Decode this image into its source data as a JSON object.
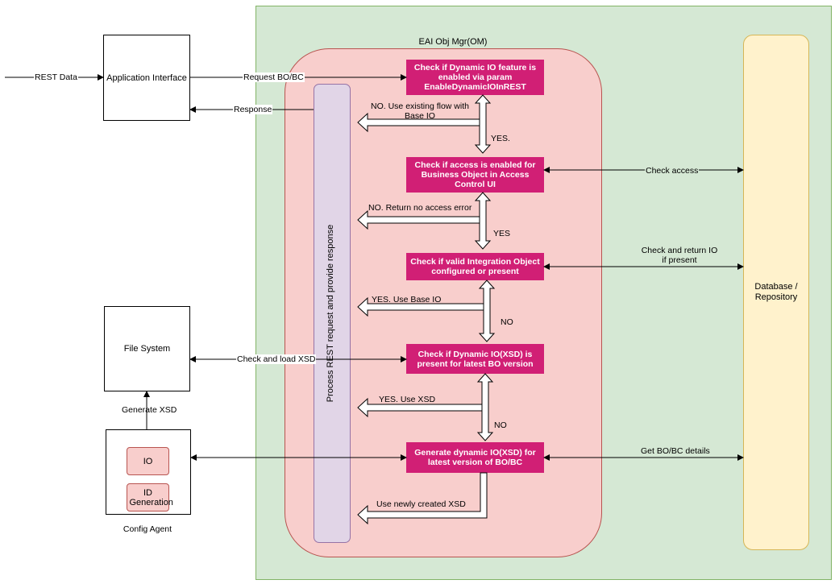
{
  "containers": {
    "eai_obj_mgr": "EAI Obj Mgr(OM)",
    "database": "Database / Repository",
    "process": "Process REST request and provide response"
  },
  "boxes": {
    "application_interface": "Application Interface",
    "file_system": "File System",
    "config_agent": "Config Agent",
    "io": "IO",
    "id_generation": "ID Generation"
  },
  "steps": [
    "Check if  Dynamic IO feature is enabled via param  EnableDynamicIOInREST",
    "Check if access is enabled for Business Object in Access Control UI",
    "Check if valid Integration Object configured or present",
    "Check if Dynamic IO(XSD) is present for latest BO version",
    "Generate dynamic IO(XSD) for latest version of BO/BC"
  ],
  "edges": {
    "rest_data": "REST Data",
    "request": "Request BO/BC",
    "response": "Response",
    "check_access": "Check access",
    "check_return_io": "Check and return IO if present",
    "check_load_xsd": "Check and load XSD",
    "generate_xsd": "Generate XSD",
    "get_bobc": "Get BO/BC details"
  },
  "branches": {
    "no_existing": "NO. Use existing flow with Base IO",
    "yes1": "YES.",
    "no_access": "NO. Return no access error",
    "yes2": "YES",
    "yes_base_io": "YES. Use Base IO",
    "no1": "NO",
    "yes_xsd": "YES. Use XSD",
    "no2": "NO",
    "use_new_xsd": "Use newly created XSD"
  },
  "colors": {
    "step_fill": "#d11f75",
    "green_area": "#d5e8d4",
    "pink_area": "#f8cecc",
    "process_fill": "#e1d5e7",
    "database_fill": "#fff2cc"
  }
}
